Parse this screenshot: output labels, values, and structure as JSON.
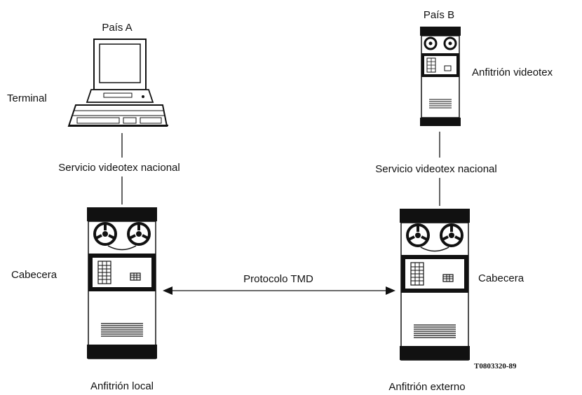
{
  "labels": {
    "country_a": "País A",
    "country_b": "País B",
    "terminal": "Terminal",
    "service_left": "Servicio videotex nacional",
    "service_right": "Servicio videotex nacional",
    "host_videotex": "Anfitrión videotex",
    "headend_left": "Cabecera",
    "headend_right": "Cabecera",
    "protocol": "Protocolo TMD",
    "host_local": "Anfitrión local",
    "host_external": "Anfitrión externo",
    "figure_code": "T0803320-89"
  }
}
